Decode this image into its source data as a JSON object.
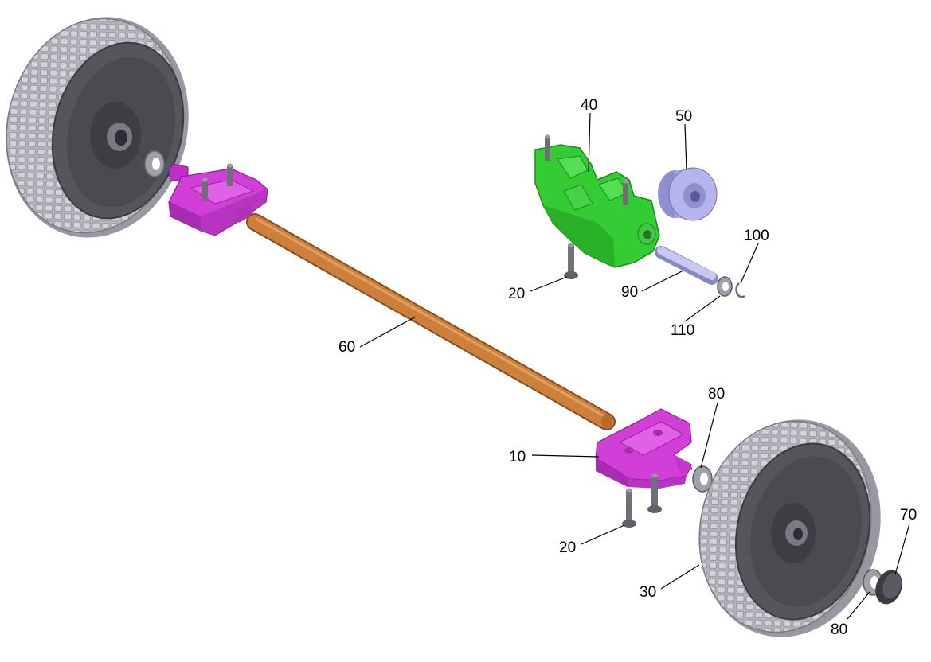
{
  "colors": {
    "background": "#ffffff",
    "tire": "#b4b4be",
    "tire_tread": "#cfcfd8",
    "hub": "#4c4c52",
    "axle_mount": "#d23ed8",
    "bracket": "#33cc33",
    "axle": "#cd7f3c",
    "roller": "#a8a8e6",
    "pin": "#c8c8f0",
    "fastener": "#7a7a80",
    "washer": "#a0a0a8",
    "cap": "#3a3a40",
    "leader": "#000000"
  },
  "callouts": {
    "c10": "10",
    "c20a": "20",
    "c20b": "20",
    "c30": "30",
    "c40": "40",
    "c50": "50",
    "c60": "60",
    "c70": "70",
    "c80a": "80",
    "c80b": "80",
    "c90": "90",
    "c100": "100",
    "c110": "110"
  }
}
